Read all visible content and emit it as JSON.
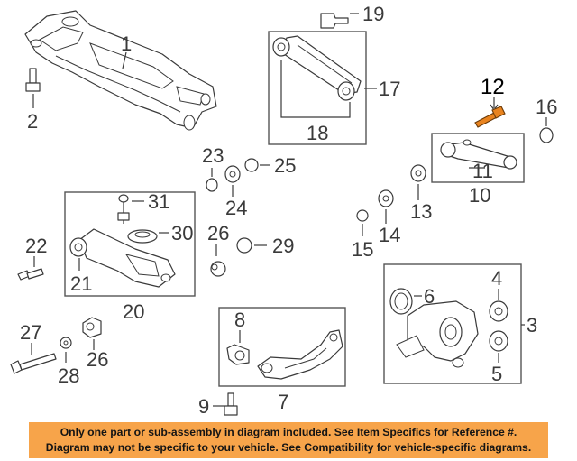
{
  "banner": {
    "line1": "Only one part or sub-assembly in diagram included. See Item Specifics for Reference #.",
    "line2": "Diagram may not be specific to your vehicle. See Compatibility for vehicle-specific diagrams."
  },
  "highlight_color": "#e8831f",
  "banner_color": "#f7a44a",
  "callouts": {
    "c1": "1",
    "c2": "2",
    "c3": "3",
    "c4": "4",
    "c5": "5",
    "c6": "6",
    "c7": "7",
    "c8": "8",
    "c9": "9",
    "c10": "10",
    "c11": "11",
    "c12": "12",
    "c13": "13",
    "c14": "14",
    "c15": "15",
    "c16": "16",
    "c17": "17",
    "c18": "18",
    "c19": "19",
    "c20": "20",
    "c21": "21",
    "c22": "22",
    "c23": "23",
    "c24": "24",
    "c25": "25",
    "c26a": "26",
    "c26b": "26",
    "c27": "27",
    "c28": "28",
    "c29": "29",
    "c30": "30",
    "c31": "31"
  }
}
